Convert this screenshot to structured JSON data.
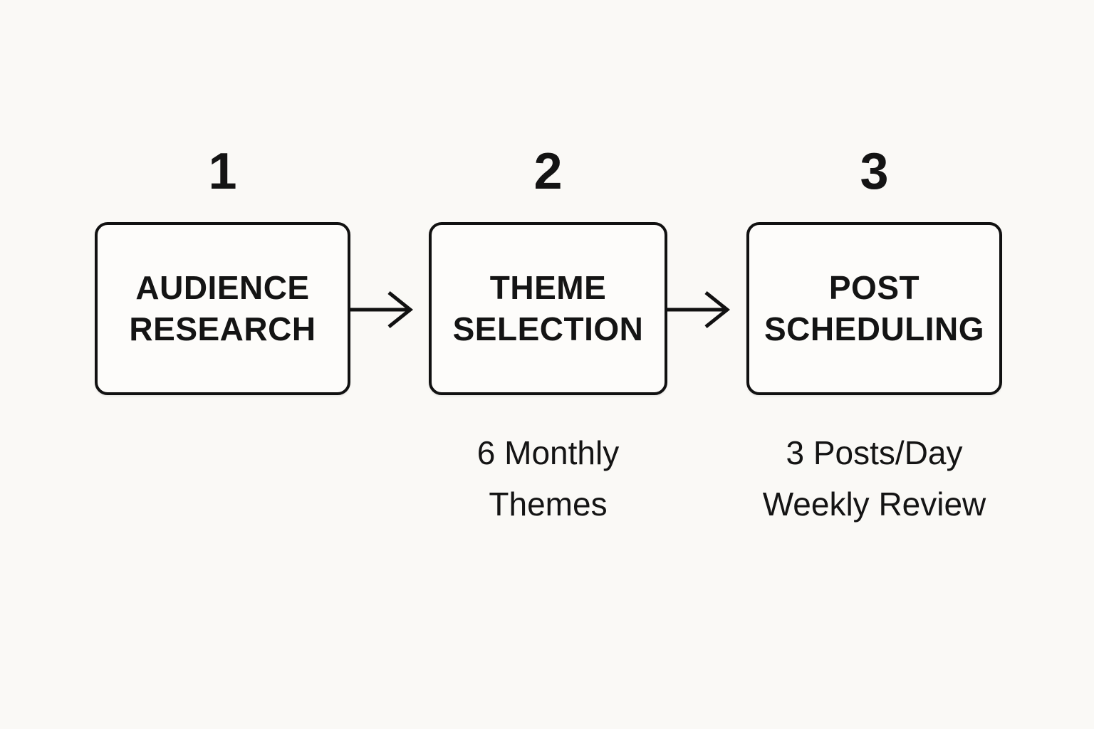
{
  "colors": {
    "background": "#faf9f6",
    "box_fill": "#fdfcfa",
    "stroke": "#111111",
    "text": "#141414"
  },
  "steps": [
    {
      "number": "1",
      "label_lines": [
        "AUDIENCE",
        "RESEARCH"
      ],
      "caption_lines": []
    },
    {
      "number": "2",
      "label_lines": [
        "THEME",
        "SELECTION"
      ],
      "caption_lines": [
        "6 Monthly",
        "Themes"
      ]
    },
    {
      "number": "3",
      "label_lines": [
        "POST",
        "SCHEDULING"
      ],
      "caption_lines": [
        "3 Posts/Day",
        "Weekly Review"
      ]
    }
  ],
  "arrows": [
    {
      "from": "AUDIENCE RESEARCH",
      "to": "THEME SELECTION"
    },
    {
      "from": "THEME SELECTION",
      "to": "POST SCHEDULING"
    }
  ]
}
